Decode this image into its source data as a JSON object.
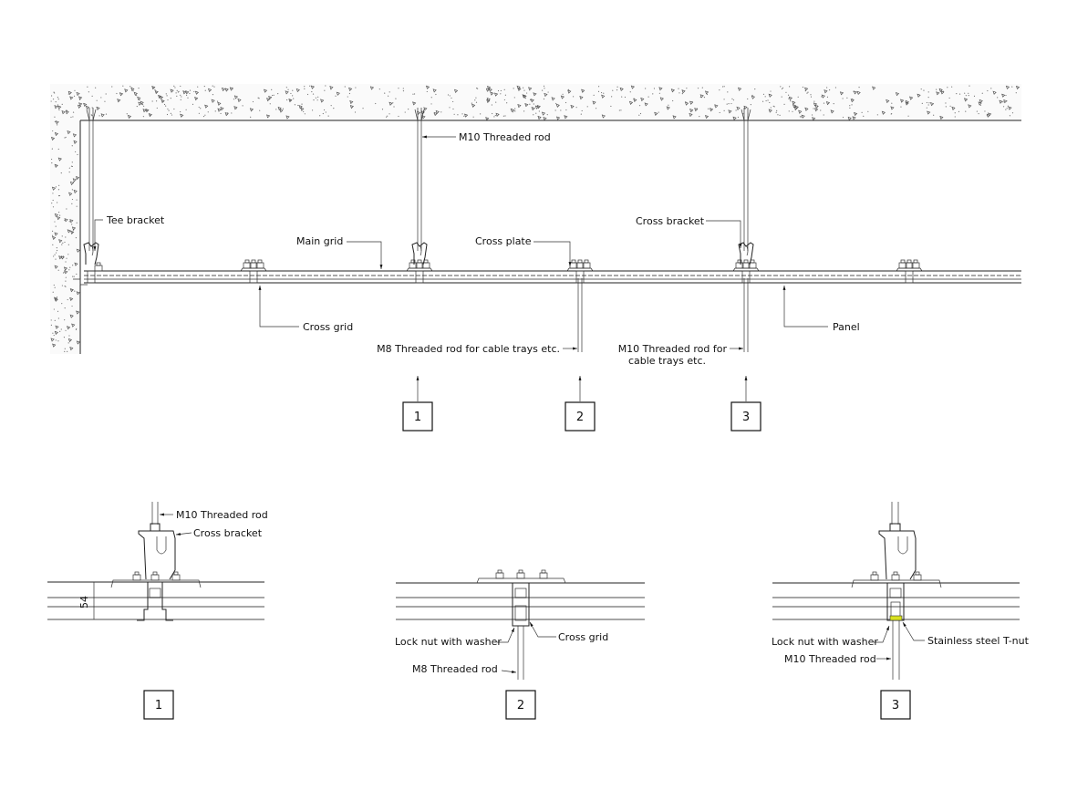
{
  "overview": {
    "labels": {
      "m10_rod": "M10 Threaded rod",
      "tee_bracket": "Tee bracket",
      "main_grid": "Main grid",
      "cross_plate": "Cross plate",
      "cross_bracket": "Cross bracket",
      "cross_grid": "Cross grid",
      "panel": "Panel",
      "m8_rod_cable": "M8 Threaded rod for cable trays etc.",
      "m10_rod_cable_1": "M10 Threaded rod for",
      "m10_rod_cable_2": "cable trays etc."
    },
    "callouts": [
      "1",
      "2",
      "3"
    ]
  },
  "details": [
    {
      "number": "1",
      "labels": {
        "rod": "M10 Threaded rod",
        "bracket": "Cross bracket",
        "dimension": "54"
      }
    },
    {
      "number": "2",
      "labels": {
        "lock_nut": "Lock nut with washer",
        "cross_grid": "Cross grid",
        "rod": "M8 Threaded rod"
      }
    },
    {
      "number": "3",
      "labels": {
        "lock_nut": "Lock nut with washer",
        "t_nut": "Stainless steel T-nut",
        "rod": "M10 Threaded rod"
      }
    }
  ],
  "colors": {
    "t_nut_highlight": "#d8e020",
    "line": "#222222"
  }
}
